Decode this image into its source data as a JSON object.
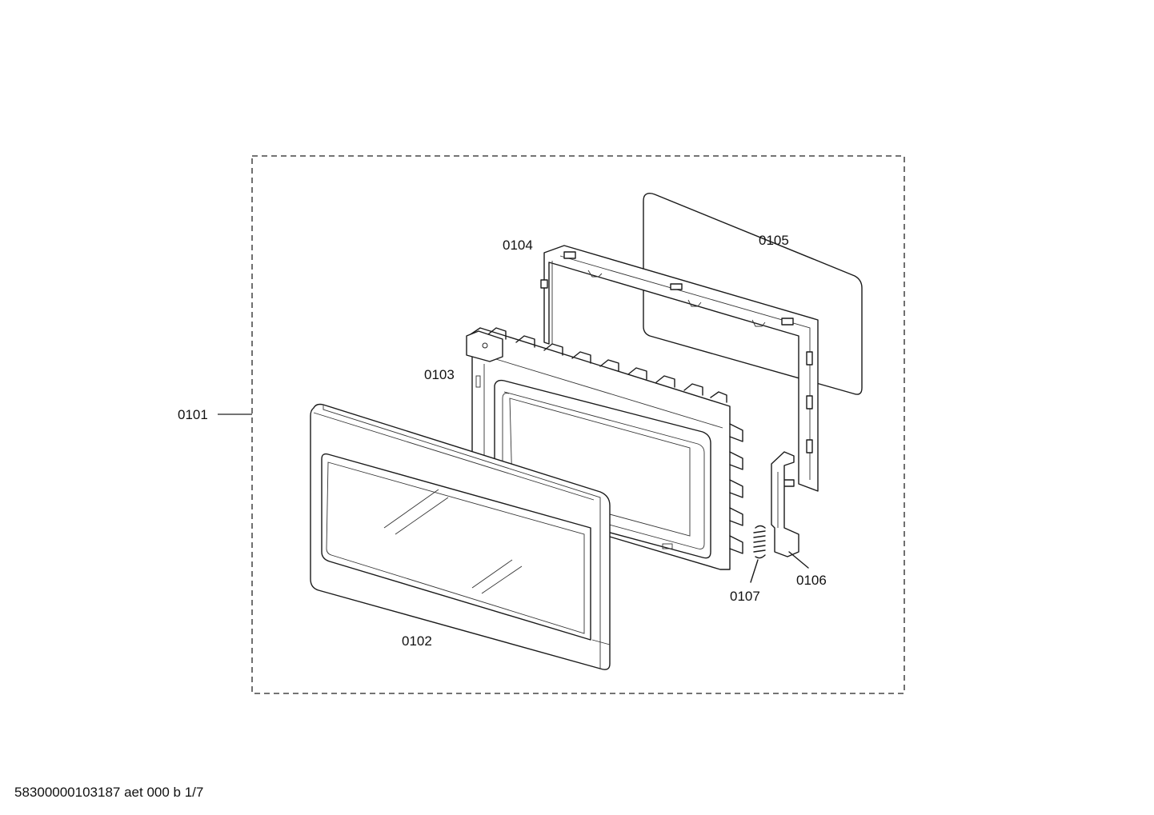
{
  "labels": {
    "p0101": "0101",
    "p0102": "0102",
    "p0103": "0103",
    "p0104": "0104",
    "p0105": "0105",
    "p0106": "0106",
    "p0107": "0107"
  },
  "footer": "58300000103187 aet 000 b 1/7"
}
